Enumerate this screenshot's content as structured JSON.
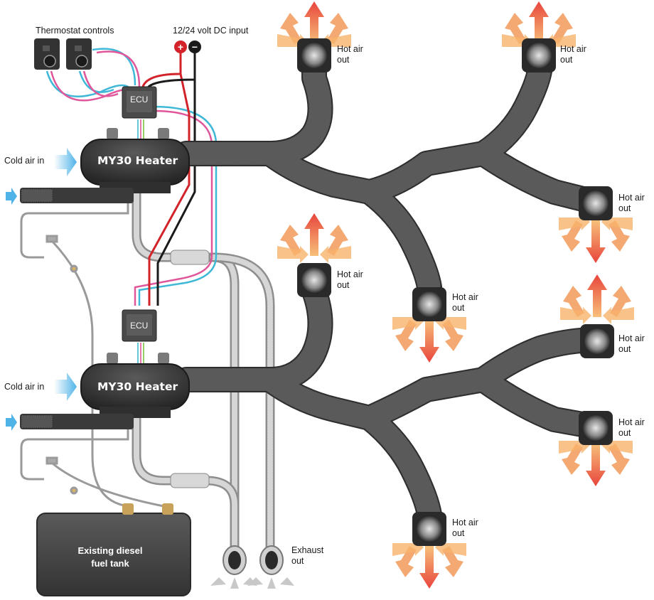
{
  "labels": {
    "thermostat": "Thermostat controls",
    "dc_input": "12/24 volt DC input",
    "ecu_top": "ECU",
    "ecu_bottom": "ECU",
    "heater_top": "MY30 Heater",
    "heater_bottom": "MY30 Heater",
    "cold_air_top": "Cold air in",
    "cold_air_bottom": "Cold air in",
    "hot_air_1": "Hot air\nout",
    "hot_air_2": "Hot air\nout",
    "hot_air_3": "Hot air\nout",
    "hot_air_4": "Hot air\nout",
    "hot_air_5": "Hot air\nout",
    "hot_air_6": "Hot air\nout",
    "hot_air_7": "Hot air\nout",
    "hot_air_8": "Hot air\nout",
    "exhaust": "Exhaust\nout",
    "fuel_tank": "Existing diesel\nfuel tank",
    "plus": "+",
    "minus": "−"
  },
  "colors": {
    "duct": "#2e2e2e",
    "duct_rib": "#5a5a5a",
    "heater_body": "#3a3a3a",
    "wire_red": "#d3232a",
    "wire_black": "#1a1a1a",
    "wire_cyan": "#3fb8d8",
    "wire_pink": "#e0569a",
    "cold_air": "#4fb3e8",
    "hot_air_core": "#e8453c",
    "hot_air_outer": "#f7b36a",
    "tank": "#4a4a4a",
    "exhaust_pipe": "#b8b8b8"
  },
  "icons": [
    "thermostat-icon",
    "power-plus-icon",
    "power-minus-icon",
    "ecu-icon",
    "heater-icon",
    "vent-icon",
    "exhaust-icon",
    "fuel-tank-icon"
  ]
}
